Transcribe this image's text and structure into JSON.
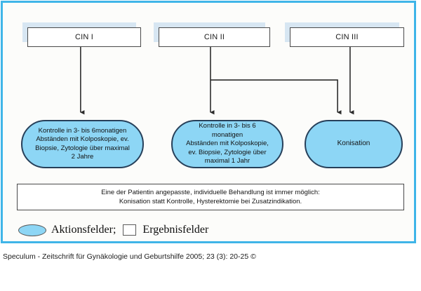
{
  "figure": {
    "frame_color": "#3FB5E8",
    "background": "#FCFCFA",
    "action_fill": "#8DD6F5",
    "action_stroke": "#27405A",
    "result_fill": "#FFFFFF",
    "result_stroke": "#4A4A4A",
    "shadow_color": "#D7E6F2",
    "connector_color": "#2B2B2B"
  },
  "result_boxes": [
    {
      "id": "cin1",
      "label": "CIN I"
    },
    {
      "id": "cin2",
      "label": "CIN II"
    },
    {
      "id": "cin3",
      "label": "CIN III"
    }
  ],
  "action_boxes": [
    {
      "id": "cin1",
      "label": "Kontrolle in 3- bis 6monatigen\nAbständen mit Kolposkopie, ev.\nBiopsie, Zytologie über maximal\n2 Jahre"
    },
    {
      "id": "cin2",
      "label": "Kontrolle in 3- bis 6 monatigen\nAbständen mit Kolposkopie,\nev. Biopsie, Zytologie über\nmaximal 1 Jahr"
    },
    {
      "id": "cin3",
      "label": "Konisation"
    }
  ],
  "note": {
    "line1": "Eine der Patientin angepasste, individuelle Behandlung ist immer möglich:",
    "line2": "Konisation statt Kontrolle, Hysterektomie bei Zusatzindikation."
  },
  "legend": {
    "action_label": "Aktionsfelder;",
    "result_label": "Ergebnisfelder"
  },
  "caption": {
    "text": "Speculum - Zeitschrift für Gynäkologie und Geburtshilfe 2005; 23 (3): 20-25 ©"
  },
  "chart_data": {
    "type": "diagram",
    "title": "CIN management flowchart",
    "nodes": [
      {
        "id": "cin1",
        "kind": "result",
        "label": "CIN I"
      },
      {
        "id": "cin2",
        "kind": "result",
        "label": "CIN II"
      },
      {
        "id": "cin3",
        "kind": "result",
        "label": "CIN III"
      },
      {
        "id": "action1",
        "kind": "action",
        "label": "Kontrolle in 3- bis 6monatigen Abständen mit Kolposkopie, ev. Biopsie, Zytologie über maximal 2 Jahre"
      },
      {
        "id": "action2",
        "kind": "action",
        "label": "Kontrolle in 3- bis 6 monatigen Abständen mit Kolposkopie, ev. Biopsie, Zytologie über maximal 1 Jahr"
      },
      {
        "id": "action3",
        "kind": "action",
        "label": "Konisation"
      }
    ],
    "edges": [
      {
        "from": "cin1",
        "to": "action1"
      },
      {
        "from": "cin2",
        "to": "action2"
      },
      {
        "from": "cin2",
        "to": "action3"
      },
      {
        "from": "cin3",
        "to": "action3"
      }
    ]
  }
}
